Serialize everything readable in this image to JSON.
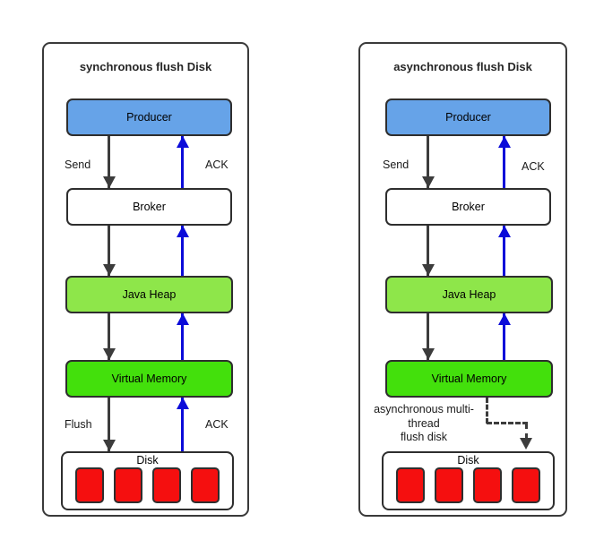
{
  "colors": {
    "producer_fill": "#66A3E8",
    "java_heap_fill": "#8EE64A",
    "virtual_memory_fill": "#43E00C",
    "disk_cell_fill": "#F50F0F",
    "arrow_black": "#3C3C3C",
    "arrow_blue": "#0B0BD9",
    "box_border": "#2E2E2E"
  },
  "panels": [
    {
      "title": "synchronous flush Disk",
      "nodes": {
        "producer": "Producer",
        "broker": "Broker",
        "java_heap": "Java Heap",
        "virtual_memory": "Virtual Memory",
        "disk": "Disk"
      },
      "labels": {
        "send": "Send",
        "ack_top": "ACK",
        "flush": "Flush",
        "ack_bottom": "ACK"
      },
      "disk_cell_count": 4
    },
    {
      "title": "asynchronous flush Disk",
      "nodes": {
        "producer": "Producer",
        "broker": "Broker",
        "java_heap": "Java Heap",
        "virtual_memory": "Virtual Memory",
        "disk": "Disk"
      },
      "labels": {
        "send": "Send",
        "ack_top": "ACK",
        "flush_note": "asynchronous multi-\nthread\nflush disk"
      },
      "disk_cell_count": 4
    }
  ]
}
